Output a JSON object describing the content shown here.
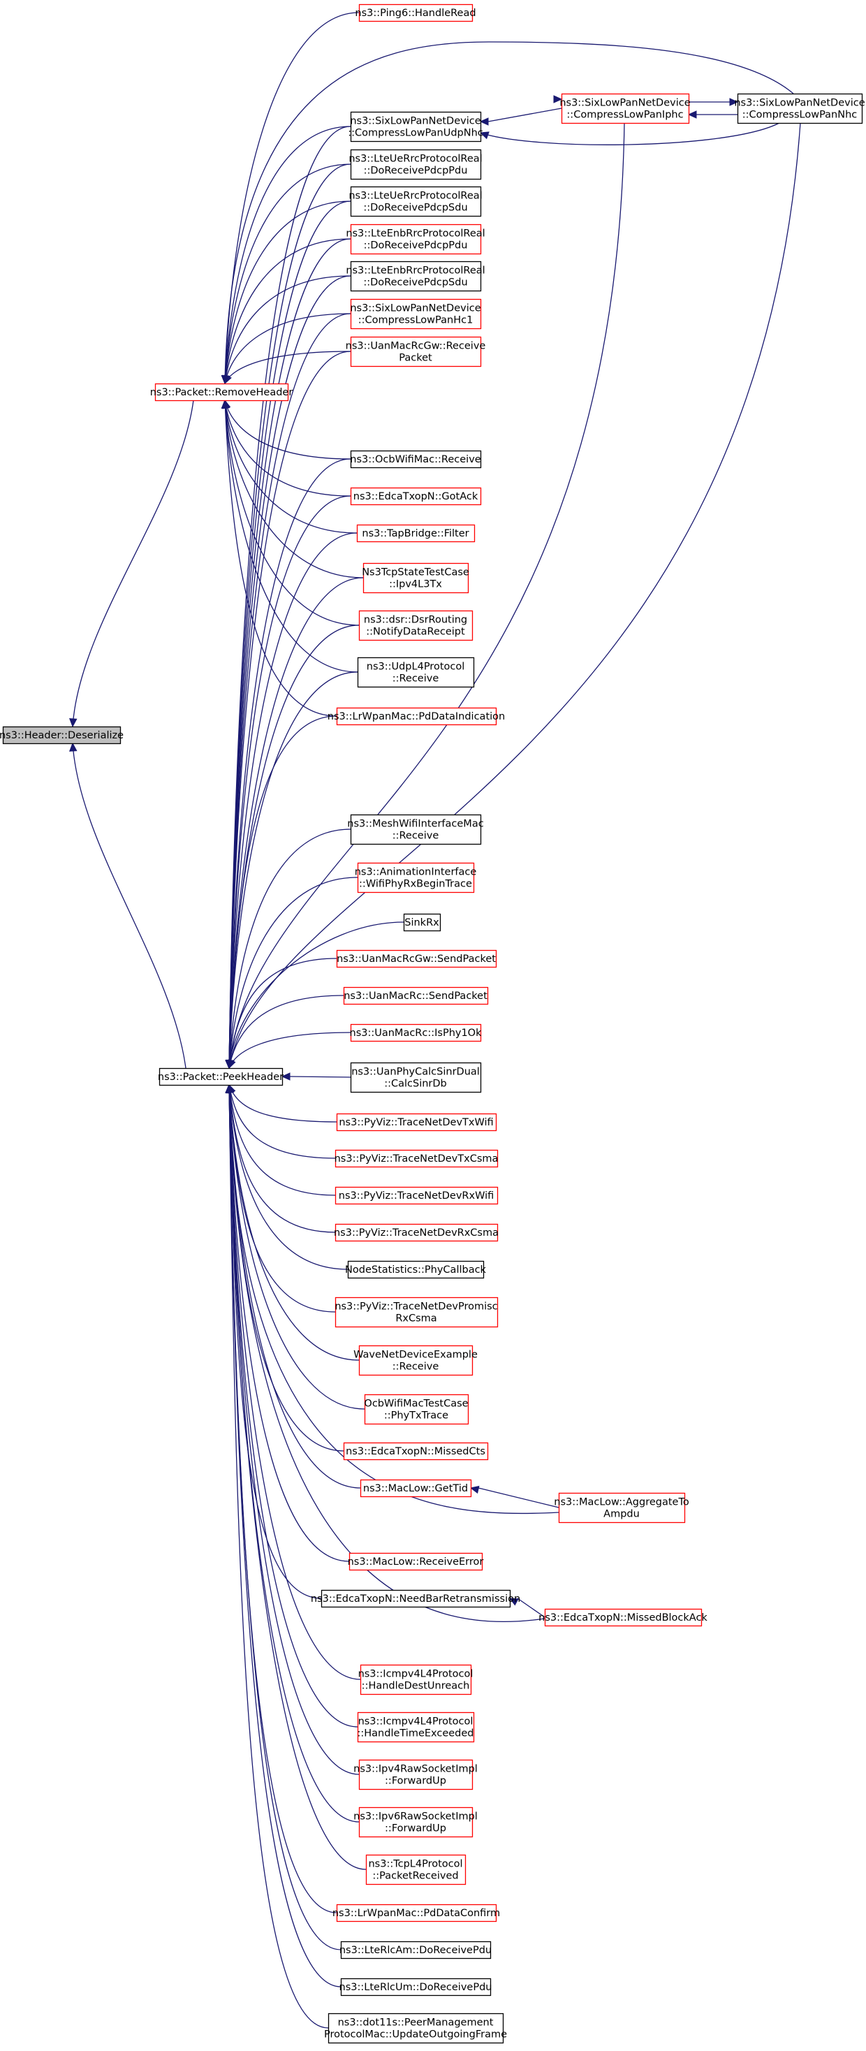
{
  "colors": {
    "edge": "#191970",
    "border_normal": "#000000",
    "border_truncated": "#ff0000",
    "root_fill": "#bfbfbf",
    "node_fill": "#ffffff"
  },
  "nodes": [
    {
      "id": "root",
      "lines": [
        "ns3::Header::Deserialize"
      ],
      "style": "root"
    },
    {
      "id": "remove",
      "lines": [
        "ns3::Packet::RemoveHeader"
      ],
      "style": "red"
    },
    {
      "id": "peek",
      "lines": [
        "ns3::Packet::PeekHeader"
      ],
      "style": "black"
    },
    {
      "id": "ping6",
      "lines": [
        "ns3::Ping6::HandleRead"
      ],
      "style": "red"
    },
    {
      "id": "udpnhc",
      "lines": [
        "ns3::SixLowPanNetDevice",
        "::CompressLowPanUdpNhc"
      ],
      "style": "black"
    },
    {
      "id": "iphc",
      "lines": [
        "ns3::SixLowPanNetDevice",
        "::CompressLowPanIphc"
      ],
      "style": "red"
    },
    {
      "id": "nhc",
      "lines": [
        "ns3::SixLowPanNetDevice",
        "::CompressLowPanNhc"
      ],
      "style": "black"
    },
    {
      "id": "lteue_pdu",
      "lines": [
        "ns3::LteUeRrcProtocolReal",
        "::DoReceivePdcpPdu"
      ],
      "style": "black"
    },
    {
      "id": "lteue_sdu",
      "lines": [
        "ns3::LteUeRrcProtocolReal",
        "::DoReceivePdcpSdu"
      ],
      "style": "black"
    },
    {
      "id": "lteenb_pdu",
      "lines": [
        "ns3::LteEnbRrcProtocolReal",
        "::DoReceivePdcpPdu"
      ],
      "style": "red"
    },
    {
      "id": "lteenb_sdu",
      "lines": [
        "ns3::LteEnbRrcProtocolReal",
        "::DoReceivePdcpSdu"
      ],
      "style": "black"
    },
    {
      "id": "hc1",
      "lines": [
        "ns3::SixLowPanNetDevice",
        "::CompressLowPanHc1"
      ],
      "style": "red"
    },
    {
      "id": "uanrcgw_rx",
      "lines": [
        "ns3::UanMacRcGw::Receive",
        "Packet"
      ],
      "style": "red"
    },
    {
      "id": "ocb_rx",
      "lines": [
        "ns3::OcbWifiMac::Receive"
      ],
      "style": "black"
    },
    {
      "id": "edca_gotack",
      "lines": [
        "ns3::EdcaTxopN::GotAck"
      ],
      "style": "red"
    },
    {
      "id": "tapbridge",
      "lines": [
        "ns3::TapBridge::Filter"
      ],
      "style": "red"
    },
    {
      "id": "ns3tcp",
      "lines": [
        "Ns3TcpStateTestCase",
        "::Ipv4L3Tx"
      ],
      "style": "red"
    },
    {
      "id": "dsr",
      "lines": [
        "ns3::dsr::DsrRouting",
        "::NotifyDataReceipt"
      ],
      "style": "red"
    },
    {
      "id": "udpl4",
      "lines": [
        "ns3::UdpL4Protocol",
        "::Receive"
      ],
      "style": "black"
    },
    {
      "id": "lrwpan_ind",
      "lines": [
        "ns3::LrWpanMac::PdDataIndication"
      ],
      "style": "red"
    },
    {
      "id": "meshwifi",
      "lines": [
        "ns3::MeshWifiInterfaceMac",
        "::Receive"
      ],
      "style": "black"
    },
    {
      "id": "anim",
      "lines": [
        "ns3::AnimationInterface",
        "::WifiPhyRxBeginTrace"
      ],
      "style": "red"
    },
    {
      "id": "sinkrx",
      "lines": [
        "SinkRx"
      ],
      "style": "black"
    },
    {
      "id": "uanrcgw_send",
      "lines": [
        "ns3::UanMacRcGw::SendPacket"
      ],
      "style": "red"
    },
    {
      "id": "uanrc_send",
      "lines": [
        "ns3::UanMacRc::SendPacket"
      ],
      "style": "red"
    },
    {
      "id": "uanrc_isphy",
      "lines": [
        "ns3::UanMacRc::IsPhy1Ok"
      ],
      "style": "red"
    },
    {
      "id": "uanphy",
      "lines": [
        "ns3::UanPhyCalcSinrDual",
        "::CalcSinrDb"
      ],
      "style": "black"
    },
    {
      "id": "pyviz_txwifi",
      "lines": [
        "ns3::PyViz::TraceNetDevTxWifi"
      ],
      "style": "red"
    },
    {
      "id": "pyviz_txcsma",
      "lines": [
        "ns3::PyViz::TraceNetDevTxCsma"
      ],
      "style": "red"
    },
    {
      "id": "pyviz_rxwifi",
      "lines": [
        "ns3::PyViz::TraceNetDevRxWifi"
      ],
      "style": "red"
    },
    {
      "id": "pyviz_rxcsma",
      "lines": [
        "ns3::PyViz::TraceNetDevRxCsma"
      ],
      "style": "red"
    },
    {
      "id": "nodestats",
      "lines": [
        "NodeStatistics::PhyCallback"
      ],
      "style": "black"
    },
    {
      "id": "pyviz_promisc",
      "lines": [
        "ns3::PyViz::TraceNetDevPromisc",
        "RxCsma"
      ],
      "style": "red"
    },
    {
      "id": "wavenet",
      "lines": [
        "WaveNetDeviceExample",
        "::Receive"
      ],
      "style": "red"
    },
    {
      "id": "ocbtest",
      "lines": [
        "OcbWifiMacTestCase",
        "::PhyTxTrace"
      ],
      "style": "red"
    },
    {
      "id": "edca_missedcts",
      "lines": [
        "ns3::EdcaTxopN::MissedCts"
      ],
      "style": "red"
    },
    {
      "id": "maclow_gettid",
      "lines": [
        "ns3::MacLow::GetTid"
      ],
      "style": "red"
    },
    {
      "id": "maclow_aggr",
      "lines": [
        "ns3::MacLow::AggregateTo",
        "Ampdu"
      ],
      "style": "red"
    },
    {
      "id": "maclow_rxerr",
      "lines": [
        "ns3::MacLow::ReceiveError"
      ],
      "style": "red"
    },
    {
      "id": "edca_needbar",
      "lines": [
        "ns3::EdcaTxopN::NeedBarRetransmission"
      ],
      "style": "black"
    },
    {
      "id": "edca_missedba",
      "lines": [
        "ns3::EdcaTxopN::MissedBlockAck"
      ],
      "style": "red"
    },
    {
      "id": "icmp_unreach",
      "lines": [
        "ns3::Icmpv4L4Protocol",
        "::HandleDestUnreach"
      ],
      "style": "red"
    },
    {
      "id": "icmp_time",
      "lines": [
        "ns3::Icmpv4L4Protocol",
        "::HandleTimeExceeded"
      ],
      "style": "red"
    },
    {
      "id": "ipv4raw",
      "lines": [
        "ns3::Ipv4RawSocketImpl",
        "::ForwardUp"
      ],
      "style": "red"
    },
    {
      "id": "ipv6raw",
      "lines": [
        "ns3::Ipv6RawSocketImpl",
        "::ForwardUp"
      ],
      "style": "red"
    },
    {
      "id": "tcpl4",
      "lines": [
        "ns3::TcpL4Protocol",
        "::PacketReceived"
      ],
      "style": "red"
    },
    {
      "id": "lrwpan_conf",
      "lines": [
        "ns3::LrWpanMac::PdDataConfirm"
      ],
      "style": "red"
    },
    {
      "id": "lterlcam",
      "lines": [
        "ns3::LteRlcAm::DoReceivePdu"
      ],
      "style": "black"
    },
    {
      "id": "lterlcum",
      "lines": [
        "ns3::LteRlcUm::DoReceivePdu"
      ],
      "style": "black"
    },
    {
      "id": "dot11s",
      "lines": [
        "ns3::dot11s::PeerManagement",
        "ProtocolMac::UpdateOutgoingFrame"
      ],
      "style": "black"
    }
  ]
}
